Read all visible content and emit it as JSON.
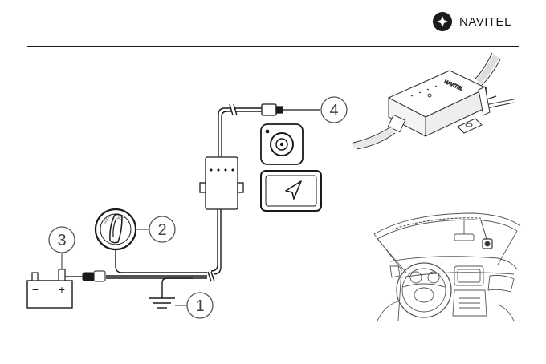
{
  "header": {
    "brand": "NAVITEL",
    "logo_icon": "navitel-star-logo-icon"
  },
  "callouts": [
    {
      "number": "1",
      "meaning": "ground"
    },
    {
      "number": "2",
      "meaning": "ignition-lock"
    },
    {
      "number": "3",
      "meaning": "battery-positive-terminal"
    },
    {
      "number": "4",
      "meaning": "device-connector"
    }
  ],
  "battery": {
    "minus": "−",
    "plus": "+"
  },
  "ignition": {
    "label_left": "LOCK",
    "label_right": "ACC"
  },
  "adapter_photo": {
    "brand": "NAVITEL"
  },
  "colors": {
    "line": "#1a1a1a",
    "callout": "#555555"
  }
}
